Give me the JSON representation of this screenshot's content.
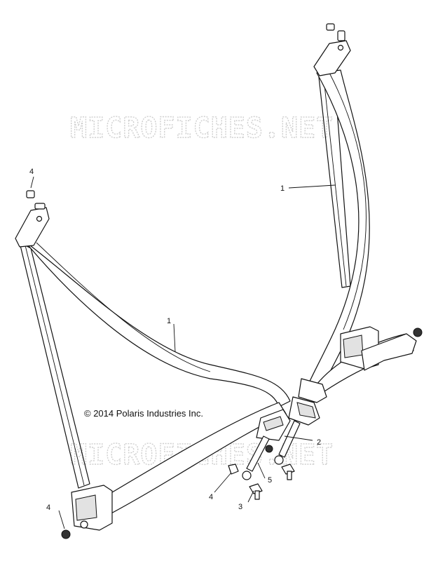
{
  "watermark": "MICROFICHES.NET",
  "copyright": "© 2014 Polaris Industries Inc.",
  "callouts": {
    "part1_right": "1",
    "part1_left": "1",
    "part2": "2",
    "part3": "3",
    "part4_top_left": "4",
    "part4_lower": "4",
    "part4_bottom_left": "4",
    "part5": "5"
  }
}
